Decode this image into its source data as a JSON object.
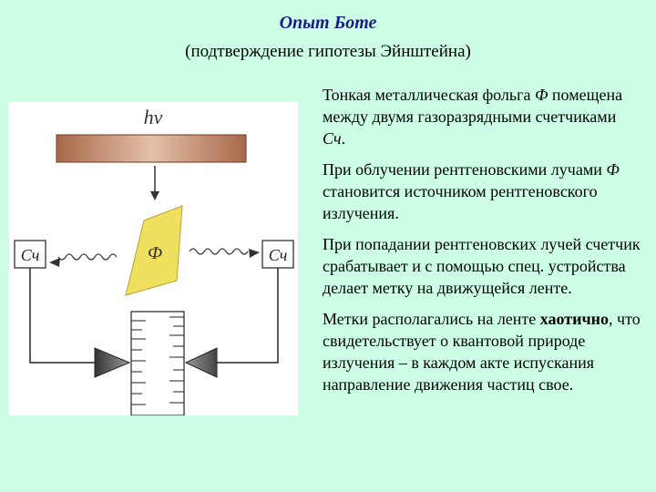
{
  "title": "Опыт Боте",
  "subtitle": "(подтверждение гипотезы Эйнштейна)",
  "diagram": {
    "photon_label": "hv",
    "foil_label": "Ф",
    "left_counter_label": "Сч",
    "right_counter_label": "Сч"
  },
  "paragraphs": {
    "p1_a": "Тонкая металлическая фольга ",
    "p1_b": "Ф",
    "p1_c": " помещена между двумя газоразрядными счетчиками ",
    "p1_d": "Сч",
    "p1_e": ".",
    "p2_a": "При облучении рентгеновскими лучами ",
    "p2_b": "Ф",
    "p2_c": " становится источником рентгеновского излучения.",
    "p3": "При попадании рентгеновских лучей счетчик срабатывает и с помощью спец. устройства делает метку на движущейся ленте.",
    "p4_a": "Метки располагались на ленте ",
    "p4_b": "хаотично",
    "p4_c": ", что свидетельствует о квантовой природе излучения – в каждом акте испускания направление движения частиц свое."
  },
  "colors": {
    "background": "#ccffe6",
    "title": "#1a1a8c",
    "foil": "#f0e060",
    "plate": "#b07050"
  }
}
